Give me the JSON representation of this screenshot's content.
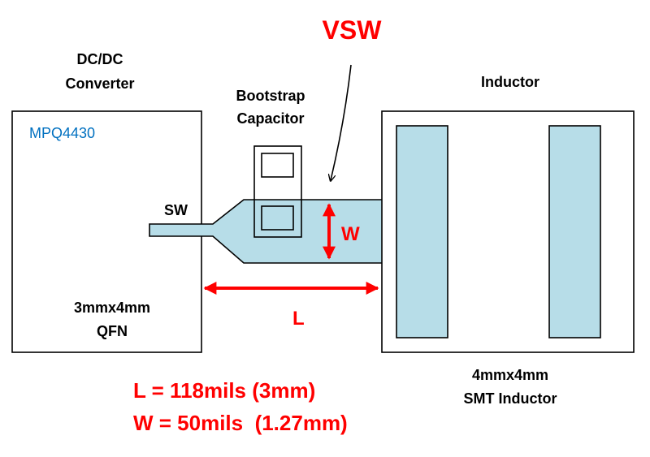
{
  "colors": {
    "outline": "#000000",
    "pad_fill": "#b7dde8",
    "red": "#ff0000",
    "blue": "#0070c0",
    "background": "#ffffff"
  },
  "converter": {
    "title_line1": "DC/DC",
    "title_line2": "Converter",
    "part_number": "MPQ4430",
    "pin_label": "SW",
    "package_line1": "3mmx4mm",
    "package_line2": "QFN"
  },
  "bootstrap": {
    "label_line1": "Bootstrap",
    "label_line2": "Capacitor"
  },
  "node_label": "VSW",
  "dimensions": {
    "width_symbol": "W",
    "length_symbol": "L",
    "length_text": "L = 118mils (3mm)",
    "width_text": "W = 50mils  (1.27mm)"
  },
  "inductor": {
    "title": "Inductor",
    "package_line1": "4mmx4mm",
    "package_line2": "SMT Inductor"
  }
}
